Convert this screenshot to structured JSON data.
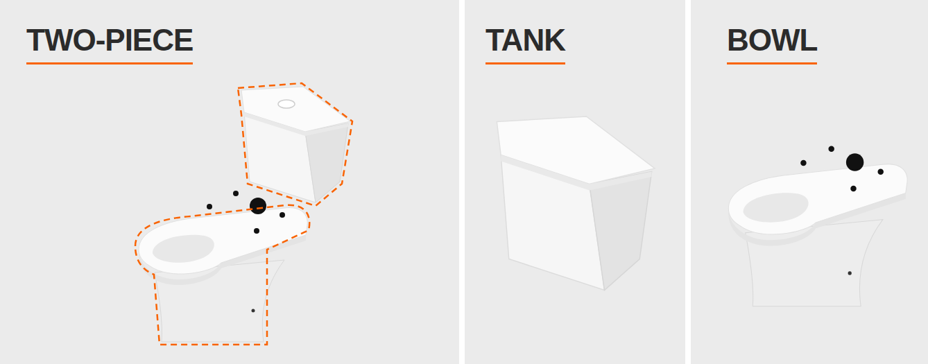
{
  "diagram": {
    "nodes": [
      {
        "text": [
          "TWO-PIECE"
        ]
      },
      {
        "text": [
          "TANK"
        ]
      },
      {
        "text": [
          "BOWL"
        ]
      }
    ]
  }
}
